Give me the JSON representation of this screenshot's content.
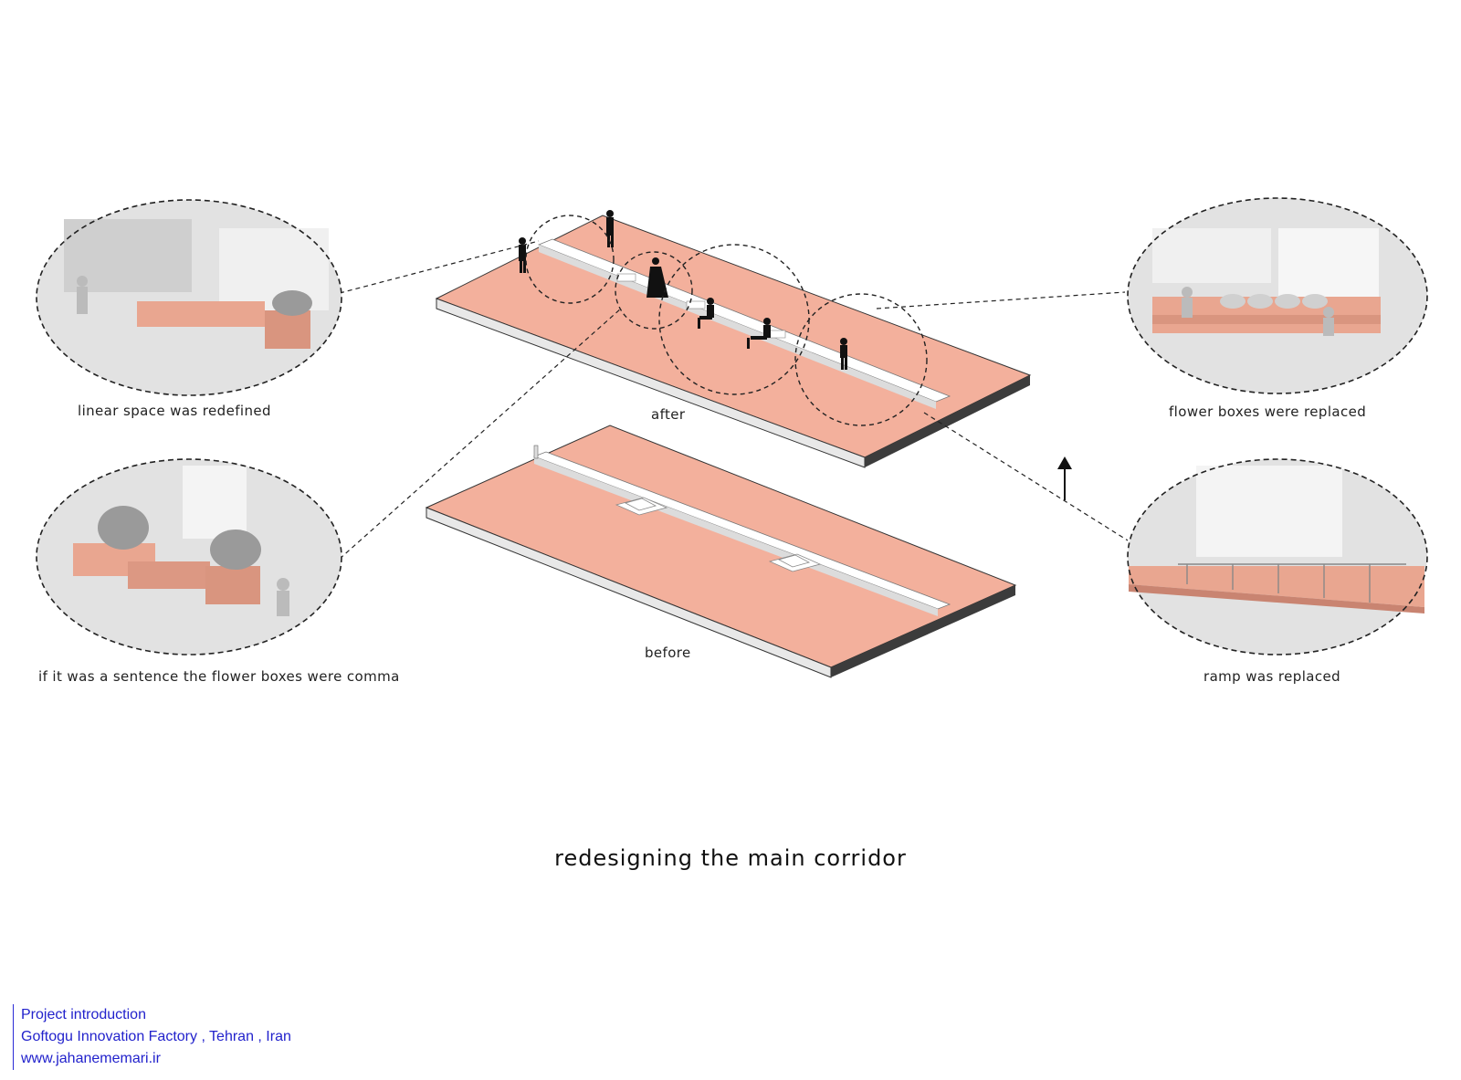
{
  "diagram": {
    "title": "redesigning the main corridor",
    "captions": {
      "after": "after",
      "before": "before",
      "top_left": "linear space was redefined",
      "bottom_left": "if it was a sentence the flower boxes were comma",
      "top_right": "flower boxes were replaced",
      "bottom_right": "ramp was replaced"
    },
    "colors": {
      "accent": "#f3b09c",
      "accent_dark": "#d98e7a",
      "slab_edge": "#4a4a4a",
      "vignette_grey": "#d9d9d9"
    }
  },
  "footer": {
    "line1": "Project introduction",
    "line2": "Goftogu Innovation Factory , Tehran , Iran",
    "line3": "www.jahanememari.ir"
  }
}
